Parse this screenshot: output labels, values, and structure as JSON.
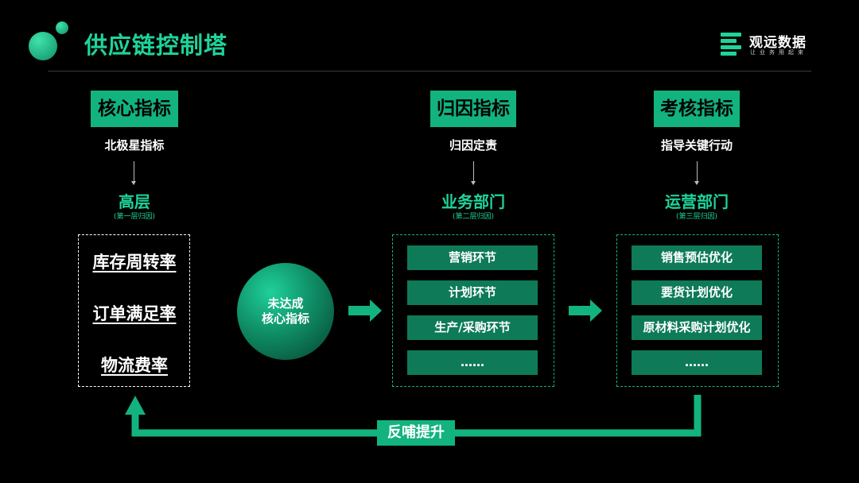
{
  "title": "供应链控制塔",
  "logo": {
    "name": "观远数据",
    "slogan": "让业务用起来"
  },
  "columns": [
    {
      "header": "核心指标",
      "subtitle": "北极星指标",
      "level": "高层",
      "level_note": "(第一层归因)"
    },
    {
      "header": "归因指标",
      "subtitle": "归因定责",
      "level": "业务部门",
      "level_note": "(第二层归因)"
    },
    {
      "header": "考核指标",
      "subtitle": "指导关键行动",
      "level": "运营部门",
      "level_note": "(第三层归因)"
    }
  ],
  "core_metrics": [
    "库存周转率",
    "订单满足率",
    "物流费率"
  ],
  "circle": {
    "line1": "未达成",
    "line2": "核心指标"
  },
  "business_items": [
    "营销环节",
    "计划环节",
    "生产/采购环节",
    "……"
  ],
  "operation_items": [
    "销售预估优化",
    "要货计划优化",
    "原材料采购计划优化",
    "……"
  ],
  "feedback_label": "反哺提升",
  "colors": {
    "accent": "#1ed49a",
    "header_bg": "#12b37f",
    "bar_bg": "#0e7a58",
    "background": "#000000"
  }
}
